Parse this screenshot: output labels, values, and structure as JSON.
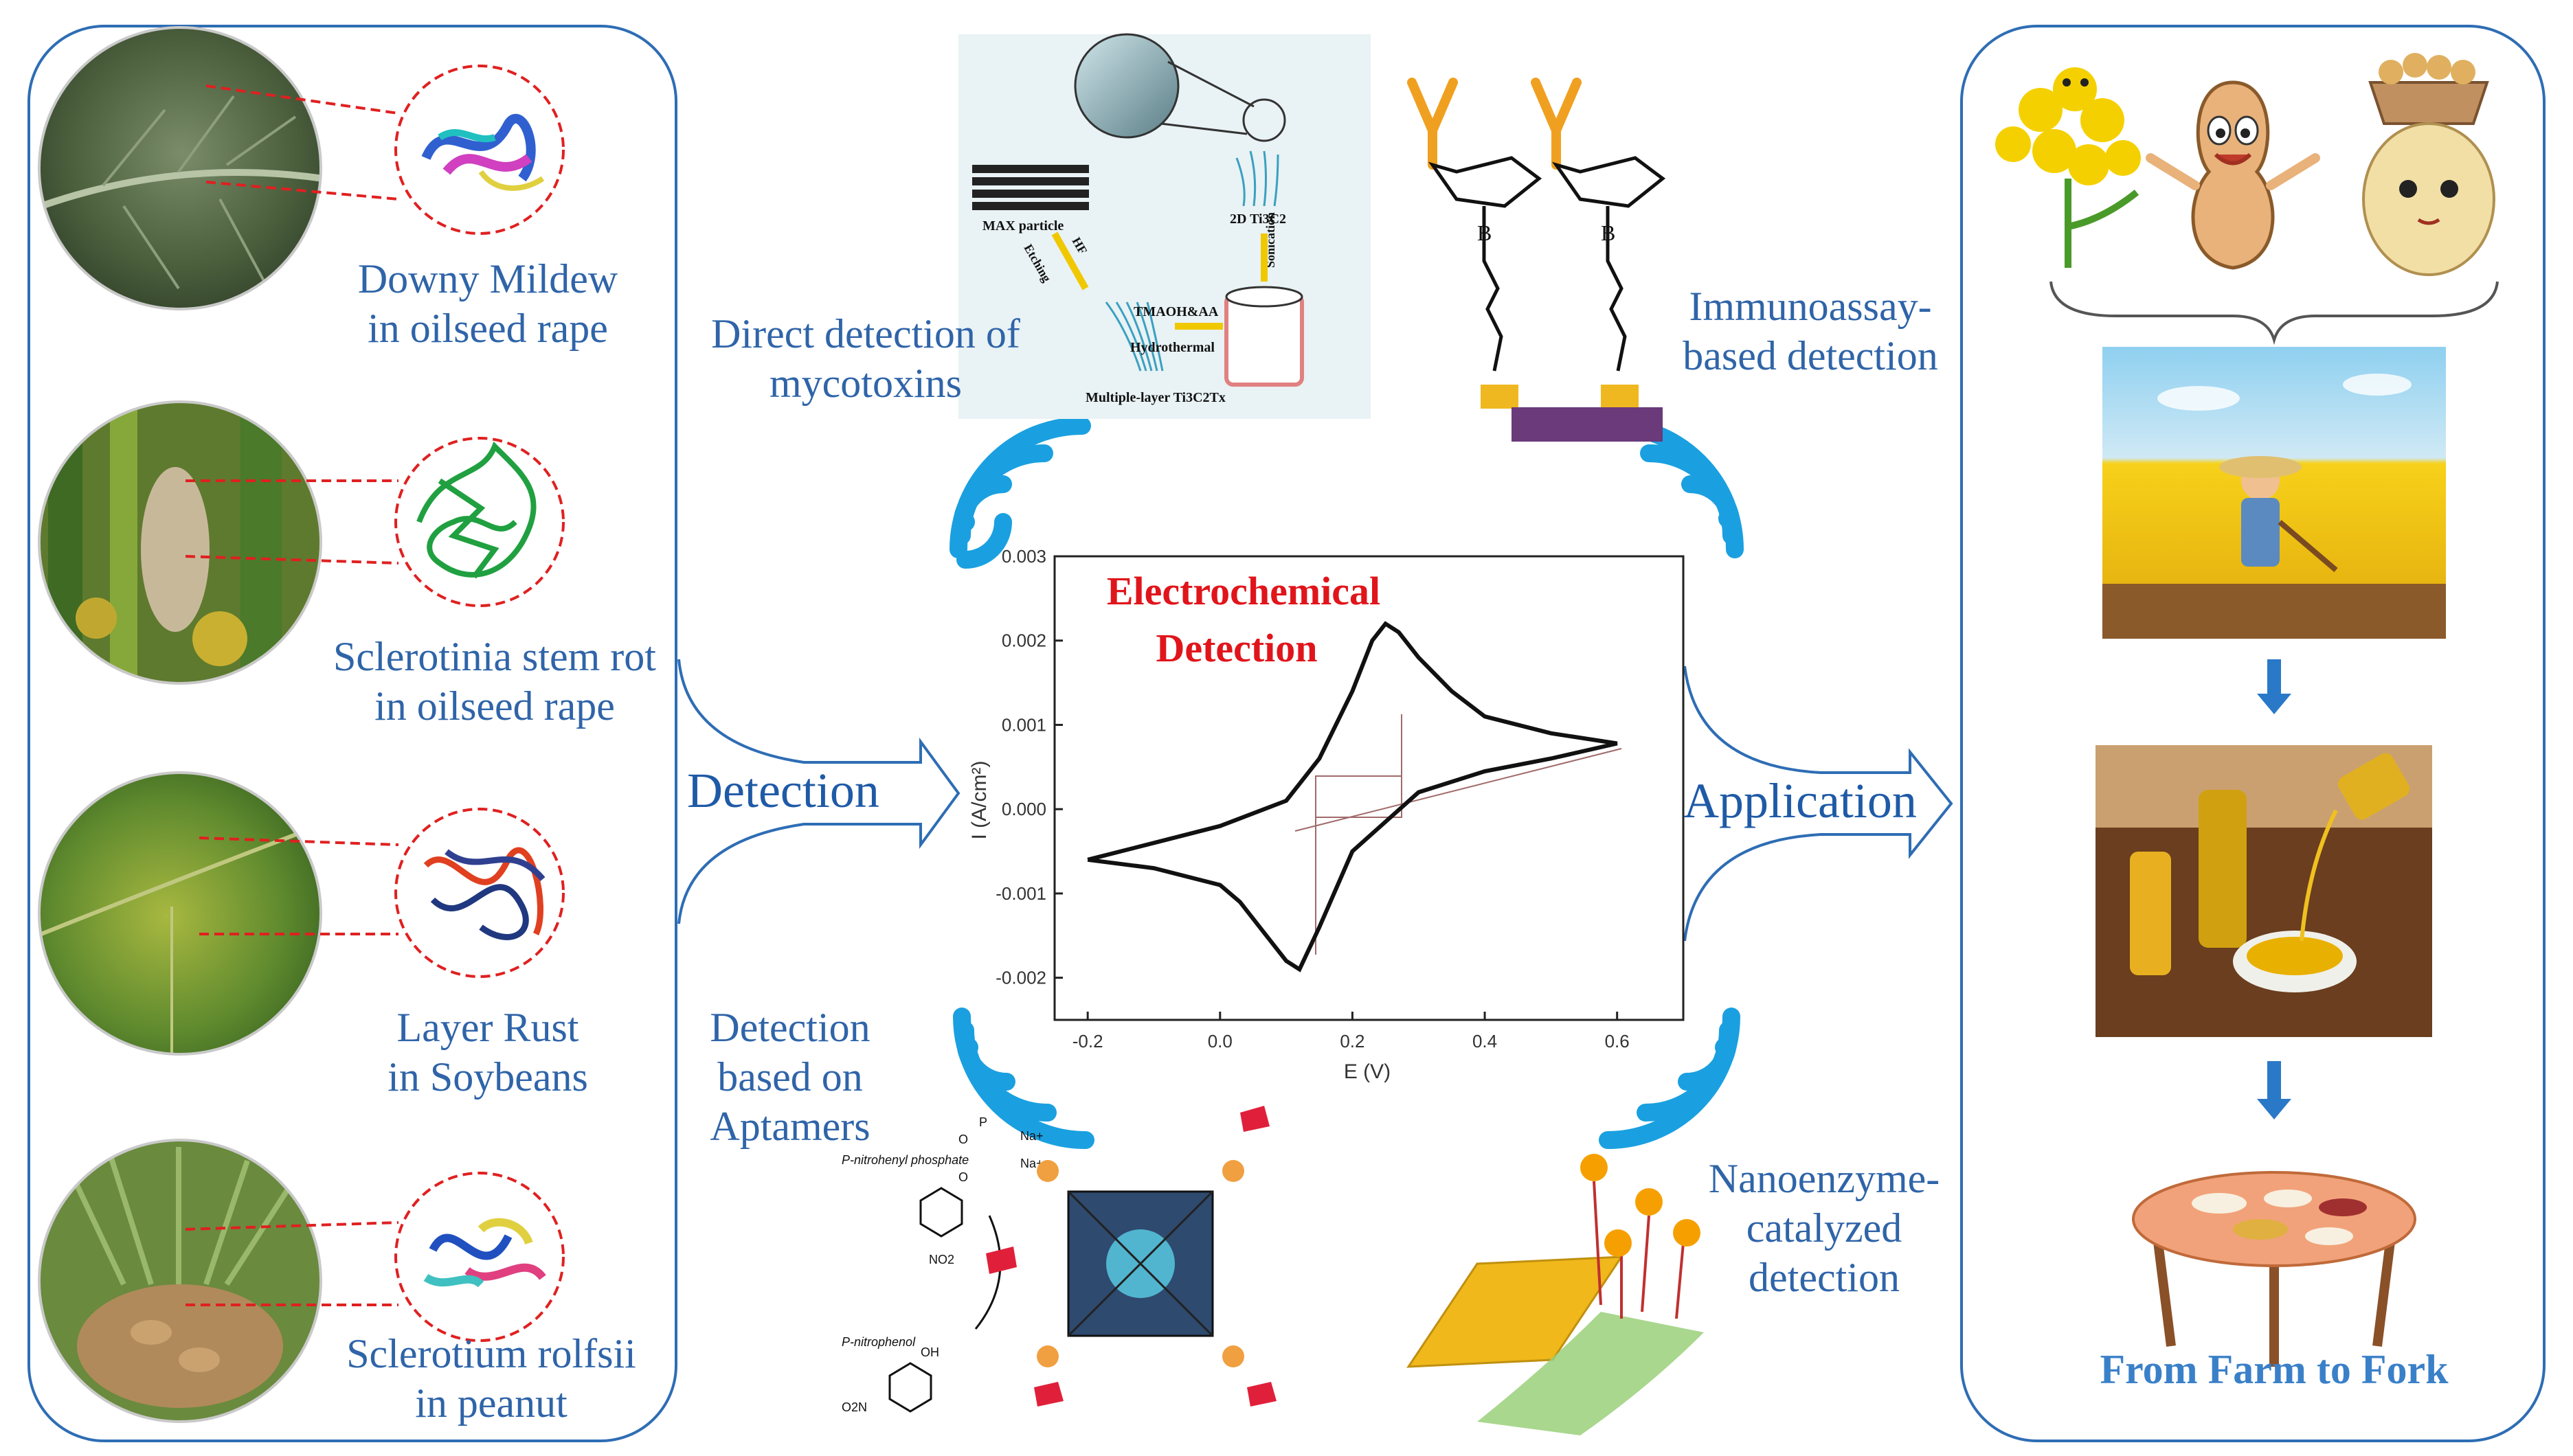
{
  "left_panel": {
    "items": [
      {
        "line1": "Downy Mildew",
        "line2": "in oilseed rape"
      },
      {
        "line1": "Sclerotinia stem rot",
        "line2": "in oilseed rape"
      },
      {
        "line1": "Layer Rust",
        "line2": "in Soybeans"
      },
      {
        "line1": "Sclerotium rolfsii",
        "line2": "in peanut"
      }
    ]
  },
  "arrows": {
    "detection": "Detection",
    "application": "Application"
  },
  "methods": {
    "direct": {
      "line1": "Direct detection of",
      "line2": "mycotoxins"
    },
    "immuno": {
      "line1": "Immunoassay-",
      "line2": "based detection"
    },
    "aptamer": {
      "line1": "Detection",
      "line2": "based on",
      "line3": "Aptamers"
    },
    "nano": {
      "line1": "Nanoenzyme-",
      "line2": "catalyzed",
      "line3": "detection"
    }
  },
  "mxene": {
    "max_particle": "MAX particle",
    "etching": "Etching",
    "hf": "HF",
    "tmaoh": "TMAOH&AA",
    "hydrothermal": "Hydrothermal",
    "multilayer": "Multiple-layer Ti3C2Tx",
    "sonication": "Sonication",
    "twod": "2D Ti3C2"
  },
  "aptamer_scheme": {
    "substrate": "P-nitrohenyl phosphate",
    "product": "P-nitrophenol",
    "na1": "Na+",
    "na2": "Na+",
    "no2": "NO2",
    "oh": "OH",
    "o2n": "O2N"
  },
  "center_chart": {
    "title_line1": "Electrochemical",
    "title_line2": "Detection",
    "xlabel": "E (V)",
    "ylabel": "I (A/cm²)",
    "xticks": [
      "-0.2",
      "0.0",
      "0.2",
      "0.4",
      "0.6"
    ],
    "yticks": [
      "0.003",
      "0.002",
      "0.001",
      "0.000",
      "-0.001",
      "-0.002"
    ]
  },
  "chart_data": {
    "type": "line",
    "title": "Electrochemical Detection",
    "xlabel": "E (V)",
    "ylabel": "I (A/cm²)",
    "xlim": [
      -0.25,
      0.7
    ],
    "ylim": [
      -0.0025,
      0.003
    ],
    "series": [
      {
        "x": [
          -0.2,
          -0.1,
          0.0,
          0.1,
          0.15,
          0.2,
          0.23,
          0.25,
          0.27,
          0.3,
          0.35,
          0.4,
          0.5,
          0.6,
          0.5,
          0.4,
          0.3,
          0.2,
          0.15,
          0.12,
          0.1,
          0.07,
          0.03,
          0.0,
          -0.1,
          -0.2
        ],
        "y": [
          -0.0006,
          -0.0004,
          -0.0002,
          0.0001,
          0.0006,
          0.0014,
          0.002,
          0.0022,
          0.0021,
          0.0018,
          0.0014,
          0.0011,
          0.0009,
          0.00078,
          0.0006,
          0.00045,
          0.0002,
          -0.0005,
          -0.0014,
          -0.0019,
          -0.0018,
          -0.0015,
          -0.0011,
          -0.0009,
          -0.0007,
          -0.0006
        ]
      }
    ],
    "grid": false
  },
  "right_panel": {
    "footer": "From Farm to Fork"
  },
  "colors": {
    "label_blue": "#2f64a8",
    "panel_border": "#2e6db4",
    "wifi_blue": "#1aa0e0",
    "chart_title_red": "#e0151b",
    "arrow_blue": "#2a78c8"
  }
}
